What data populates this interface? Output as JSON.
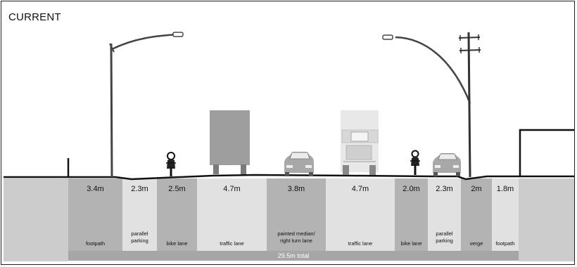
{
  "title": "CURRENT",
  "segments": [
    {
      "width": "3.4m",
      "label": [
        "footpath"
      ],
      "color": "#b3b3b3"
    },
    {
      "width": "2.3m",
      "label": [
        "parallel",
        "parking"
      ],
      "color": "#e1e1e1"
    },
    {
      "width": "2.5m",
      "label": [
        "bike lane"
      ],
      "color": "#b3b3b3"
    },
    {
      "width": "4.7m",
      "label": [
        "traffic lane"
      ],
      "color": "#e1e1e1"
    },
    {
      "width": "3.8m",
      "label": [
        "painted median/",
        "right turn lane"
      ],
      "color": "#b3b3b3"
    },
    {
      "width": "4.7m",
      "label": [
        "traffic lane"
      ],
      "color": "#e1e1e1"
    },
    {
      "width": "2.0m",
      "label": [
        "bike lane"
      ],
      "color": "#b3b3b3"
    },
    {
      "width": "2.3m",
      "label": [
        "parallel",
        "parking"
      ],
      "color": "#e1e1e1"
    },
    {
      "width": "2m",
      "label": [
        "verge"
      ],
      "color": "#b3b3b3"
    },
    {
      "width": "1.8m",
      "label": [
        "footpath"
      ],
      "color": "#e1e1e1"
    }
  ],
  "total": "29.5m total",
  "colors": {
    "dark_band": "#b3b3b3",
    "light_band": "#e1e1e1",
    "total_bar": "#a6a6a6",
    "side_band": "#cccccc"
  }
}
